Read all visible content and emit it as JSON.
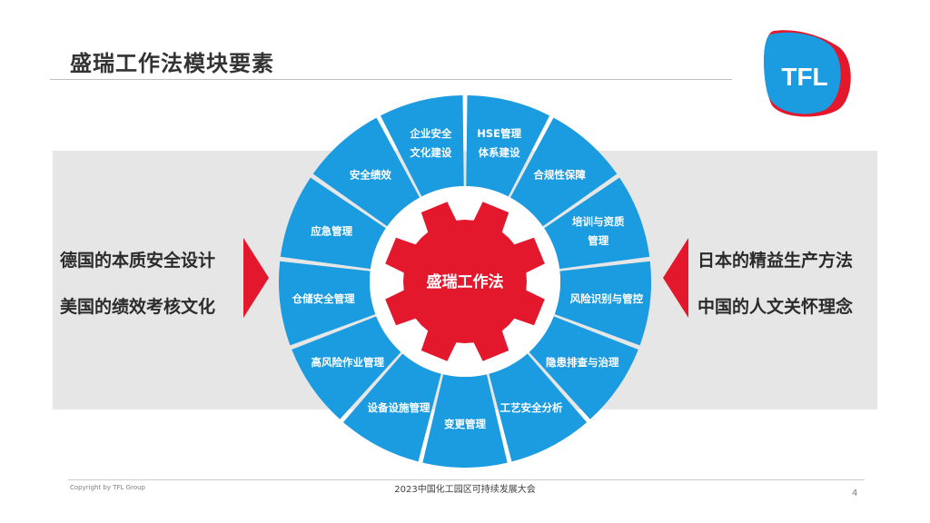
{
  "title": "盛瑞工作法模块要素",
  "logo_text": "TFL",
  "left_items": [
    "德国的本质安全设计",
    "美国的绩效考核文化"
  ],
  "right_items": [
    "日本的精益生产方法",
    "中国的人文关怀理念"
  ],
  "center_label": "盛瑞工作法",
  "segments": [
    [
      "HSE管理",
      "体系建设"
    ],
    [
      "合规性保障"
    ],
    [
      "培训与资质",
      "管理"
    ],
    [
      "风险识别与管控"
    ],
    [
      "隐患排查与治理"
    ],
    [
      "工艺安全分析"
    ],
    [
      "变更管理"
    ],
    [
      "设备设施管理"
    ],
    [
      "高风险作业管理"
    ],
    [
      "仓储安全管理"
    ],
    [
      "应急管理"
    ],
    [
      "安全绩效"
    ],
    [
      "企业安全",
      "文化建设"
    ]
  ],
  "footer": {
    "copyright": "Copyright by TFL Group",
    "conference": "2023中国化工园区可持续发展大会",
    "page": "4"
  },
  "colors": {
    "blue": "#1b9be0",
    "red": "#e3182d",
    "band": "#e6e6e6"
  }
}
